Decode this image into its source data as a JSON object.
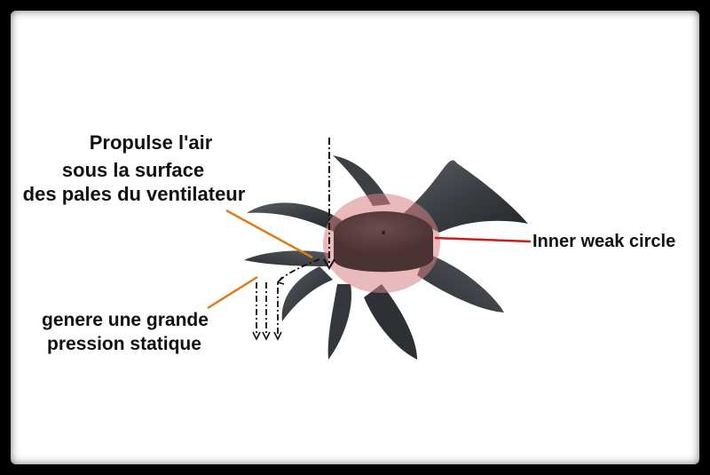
{
  "labels": {
    "propulse_line1": "Propulse l'air",
    "propulse_line2": "sous la surface",
    "propulse_line3": "des pales du ventilateur",
    "inner_weak_circle": "Inner weak circle",
    "genere_line1": "genere une grande",
    "genere_line2": "pression statique"
  },
  "colors": {
    "background_frame": "#000000",
    "panel": "#ffffff",
    "blade": "#3b3e42",
    "hub_highlight": "#c05a5e",
    "orange_leader": "#e07b1a",
    "red_leader": "#d01a1a"
  }
}
